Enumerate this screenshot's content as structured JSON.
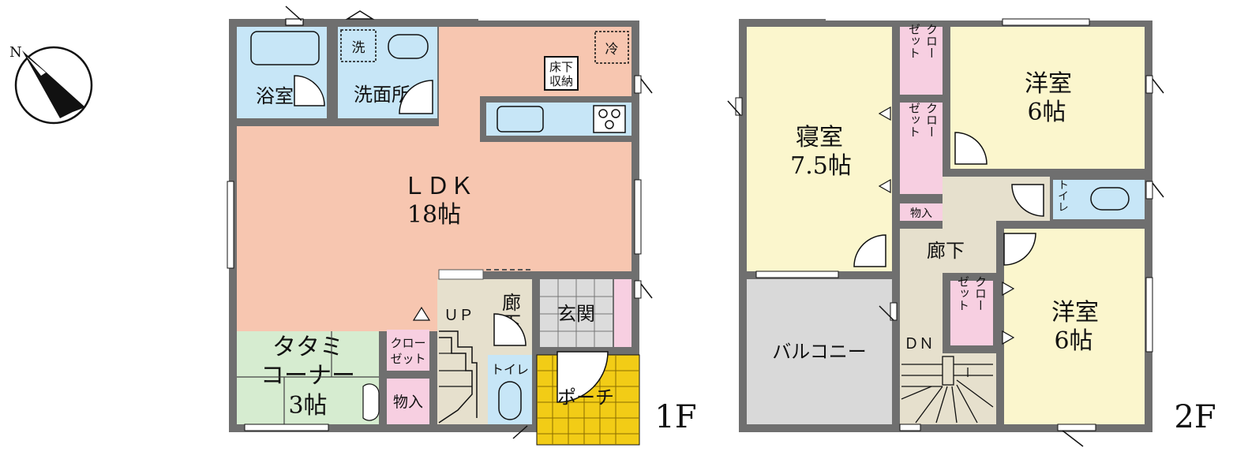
{
  "colors": {
    "wall": "#6f6f6f",
    "ldk": "#f7c6b0",
    "wet": "#c7e6f7",
    "tatami": "#d6ecd0",
    "closet": "#f7cfe1",
    "hall": "#e6e0cd",
    "genkan": "#dcdcdc",
    "porch": "#f2cc16",
    "bedroom": "#fbf6cd",
    "balcony": "#d9d9d9"
  },
  "compass": {
    "label": "N"
  },
  "floor1": {
    "label": "1F",
    "rooms": {
      "ldk_name": "ＬＤＫ",
      "ldk_size": "18帖",
      "bath": "浴室",
      "washroom": "洗面所",
      "washer": "洗",
      "fridge": "冷",
      "underfloor_1": "床下",
      "underfloor_2": "収納",
      "tatami_1": "タタミ",
      "tatami_2": "コーナー",
      "tatami_size": "3帖",
      "closet_1": "クロー",
      "closet_2": "ゼット",
      "storage": "物入",
      "up": "ＵＰ",
      "hall_1": "廊",
      "hall_2": "下",
      "entrance": "玄関",
      "toilet": "トイレ",
      "porch": "ポーチ"
    }
  },
  "floor2": {
    "label": "2F",
    "rooms": {
      "bedroom_name": "寝室",
      "bedroom_size": "7.5帖",
      "western_a_name": "洋室",
      "western_a_size": "6帖",
      "western_b_name": "洋室",
      "western_b_size": "6帖",
      "closet_c1": "クロー",
      "closet_c2": "ゼット",
      "storage": "物入",
      "hall": "廊下",
      "toilet": "トイレ",
      "balcony": "バルコニー",
      "down": "ＤＮ"
    }
  }
}
